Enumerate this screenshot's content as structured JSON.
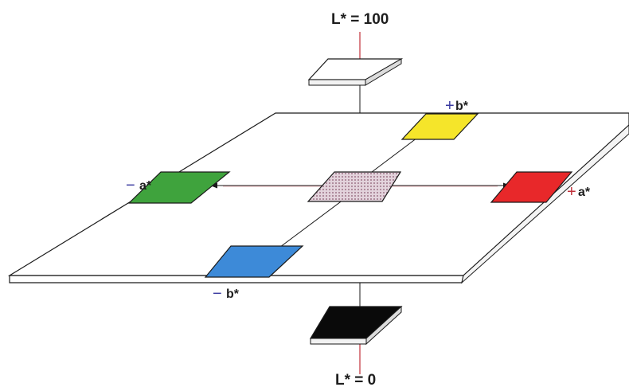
{
  "labels": {
    "l_top": "L* = 100",
    "l_bottom": "L* = 0",
    "plus_b": "b*",
    "minus_b": "b*",
    "plus_a": "a*",
    "minus_a": "a*",
    "plus_sign": "+",
    "minus_sign": "−"
  },
  "colors": {
    "white_patch": "#ffffff",
    "black_patch": "#0a0a0a",
    "yellow": "#f5e52a",
    "red": "#e8282a",
    "green": "#3fa33d",
    "blue": "#3d8ad8",
    "neutral": "#c9a9b8",
    "axis_red": "#c0303a",
    "axis_blue": "#3a3aa0"
  }
}
